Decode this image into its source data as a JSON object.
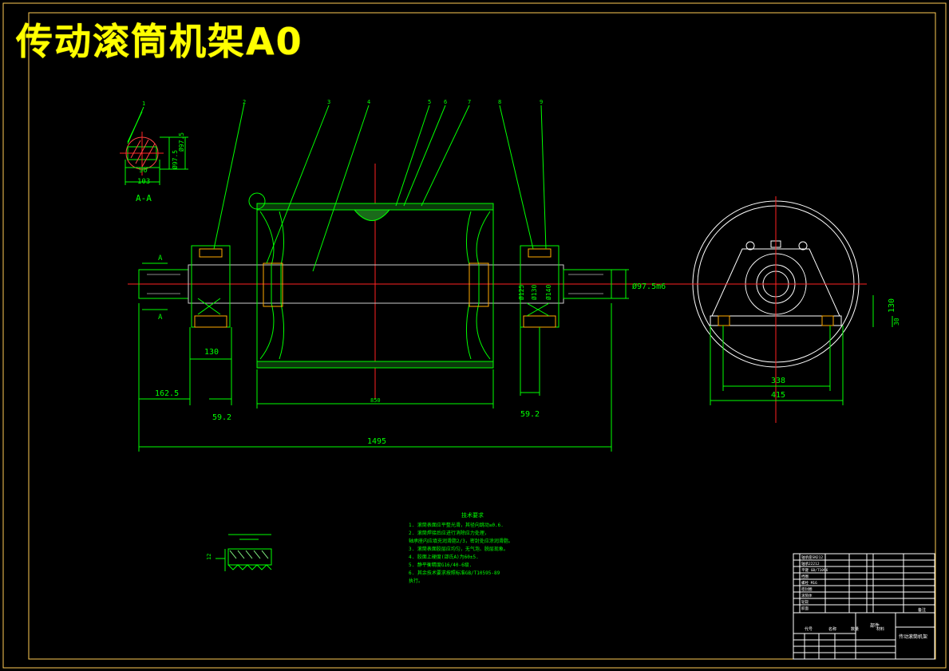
{
  "drawing": {
    "title": "传动滚筒机架A0",
    "section_label": "A-A",
    "section_marks": [
      "A",
      "A"
    ],
    "part_numbers": [
      "1",
      "2",
      "3",
      "4",
      "5",
      "6",
      "7",
      "8",
      "9"
    ]
  },
  "dimensions": {
    "total_length": "1495",
    "shaft_end": "162.5",
    "bearing_width": "130",
    "offset_left": "59.2",
    "offset_right": "59.2",
    "drum_length": "850",
    "shaft_dia": "Ø97.5m6",
    "bearing_d1": "Ø125",
    "bearing_d2": "Ø130",
    "bearing_d3": "Ø140",
    "section_w1": "90",
    "section_w2": "103",
    "section_h": "Ø97.5",
    "housing_h": "130",
    "housing_h2": "30",
    "base_inner": "338",
    "base_outer": "415",
    "lagging_t": "12"
  },
  "tech_requirements": {
    "heading": "技术要求",
    "lines": [
      "1. 滚筒表面应平整光滑，其径向跳动≤0.6.",
      "2. 滚筒焊接后应进行消除应力处理，",
      "   轴承座内应填充润滑脂2/3，密封处应涂润滑脂。",
      "3. 滚筒表面胶层应均匀，无气泡、脱层现象。",
      "4. 胶面上硬度(邵氏A)为60±5.",
      "5. 静平衡精度G16/40-6级.",
      "6. 其余技术要求按照标准GB/T10595-89",
      "   执行。"
    ]
  },
  "title_block": {
    "drawing_name": "传动滚筒机架",
    "assembly_label": "部件",
    "part_rows": [
      "轴承座SN212",
      "轴承22212",
      "平键 GB/T1096",
      "挡圈",
      "螺栓 M16",
      "密封圈",
      "滚筒体",
      "轮毂",
      "胶面"
    ],
    "header_labels": [
      "代号",
      "名称",
      "数量",
      "材料",
      "备注"
    ]
  }
}
